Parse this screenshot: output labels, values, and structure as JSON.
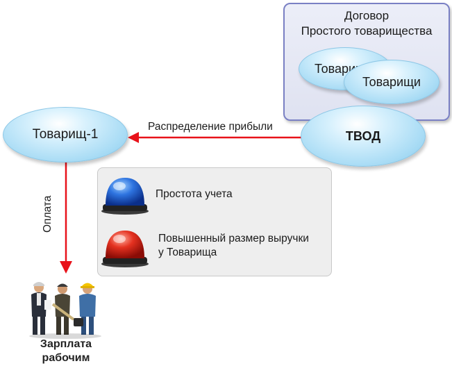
{
  "contract": {
    "title_line1": "Договор",
    "title_line2": "Простого товарищества"
  },
  "nodes": {
    "partner1": "Товарищ-1",
    "partner_small1": "Товарищ",
    "partner_small2": "Товарищи",
    "tvod": "ТВОД"
  },
  "arrows": {
    "profit_distribution": "Распределение прибыли",
    "payment": "Оплата"
  },
  "legend": {
    "blue_item": "Простота учета",
    "red_item_line1": "Повышенный размер выручки",
    "red_item_line2": "у Товарища"
  },
  "workers": {
    "caption_line1": "Зарплата",
    "caption_line2": "рабочим"
  },
  "colors": {
    "arrow": "#e8121a",
    "ellipse": "#a9dcf5",
    "contract_border": "#7a80c4",
    "beacon_blue": "#1f5fd6",
    "beacon_red": "#d8261a"
  },
  "icons": [
    "blue-beacon-icon",
    "red-beacon-icon",
    "workers-icon"
  ]
}
